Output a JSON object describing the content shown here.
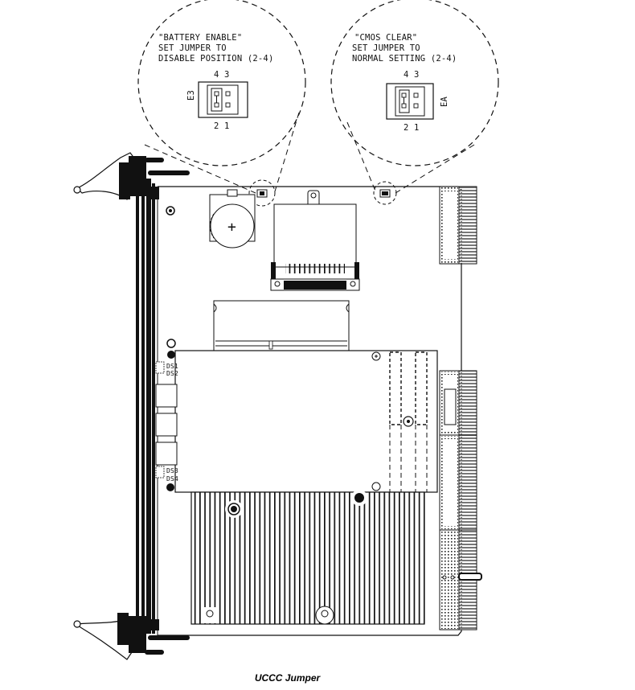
{
  "caption": "UCCC Jumper",
  "callouts": {
    "battery": {
      "title": "\"BATTERY ENABLE\"",
      "line2": "SET JUMPER TO",
      "line3": "DISABLE POSITION (2-4)",
      "pins_top": "4 3",
      "pins_bottom": "2 1",
      "ref": "E3"
    },
    "cmos": {
      "title": "\"CMOS CLEAR\"",
      "line2": "SET JUMPER TO",
      "line3": "NORMAL SETTING (2-4)",
      "pins_top": "4 3",
      "pins_bottom": "2 1",
      "ref": "EA"
    }
  },
  "board_labels": {
    "ds1": "DS1",
    "ds2": "DS2",
    "ds3": "DS3",
    "ds4": "DS4",
    "battery_symbol": "+"
  },
  "colors": {
    "line": "#111111",
    "background": "#ffffff",
    "connector_fill": "#8a8a8a"
  }
}
